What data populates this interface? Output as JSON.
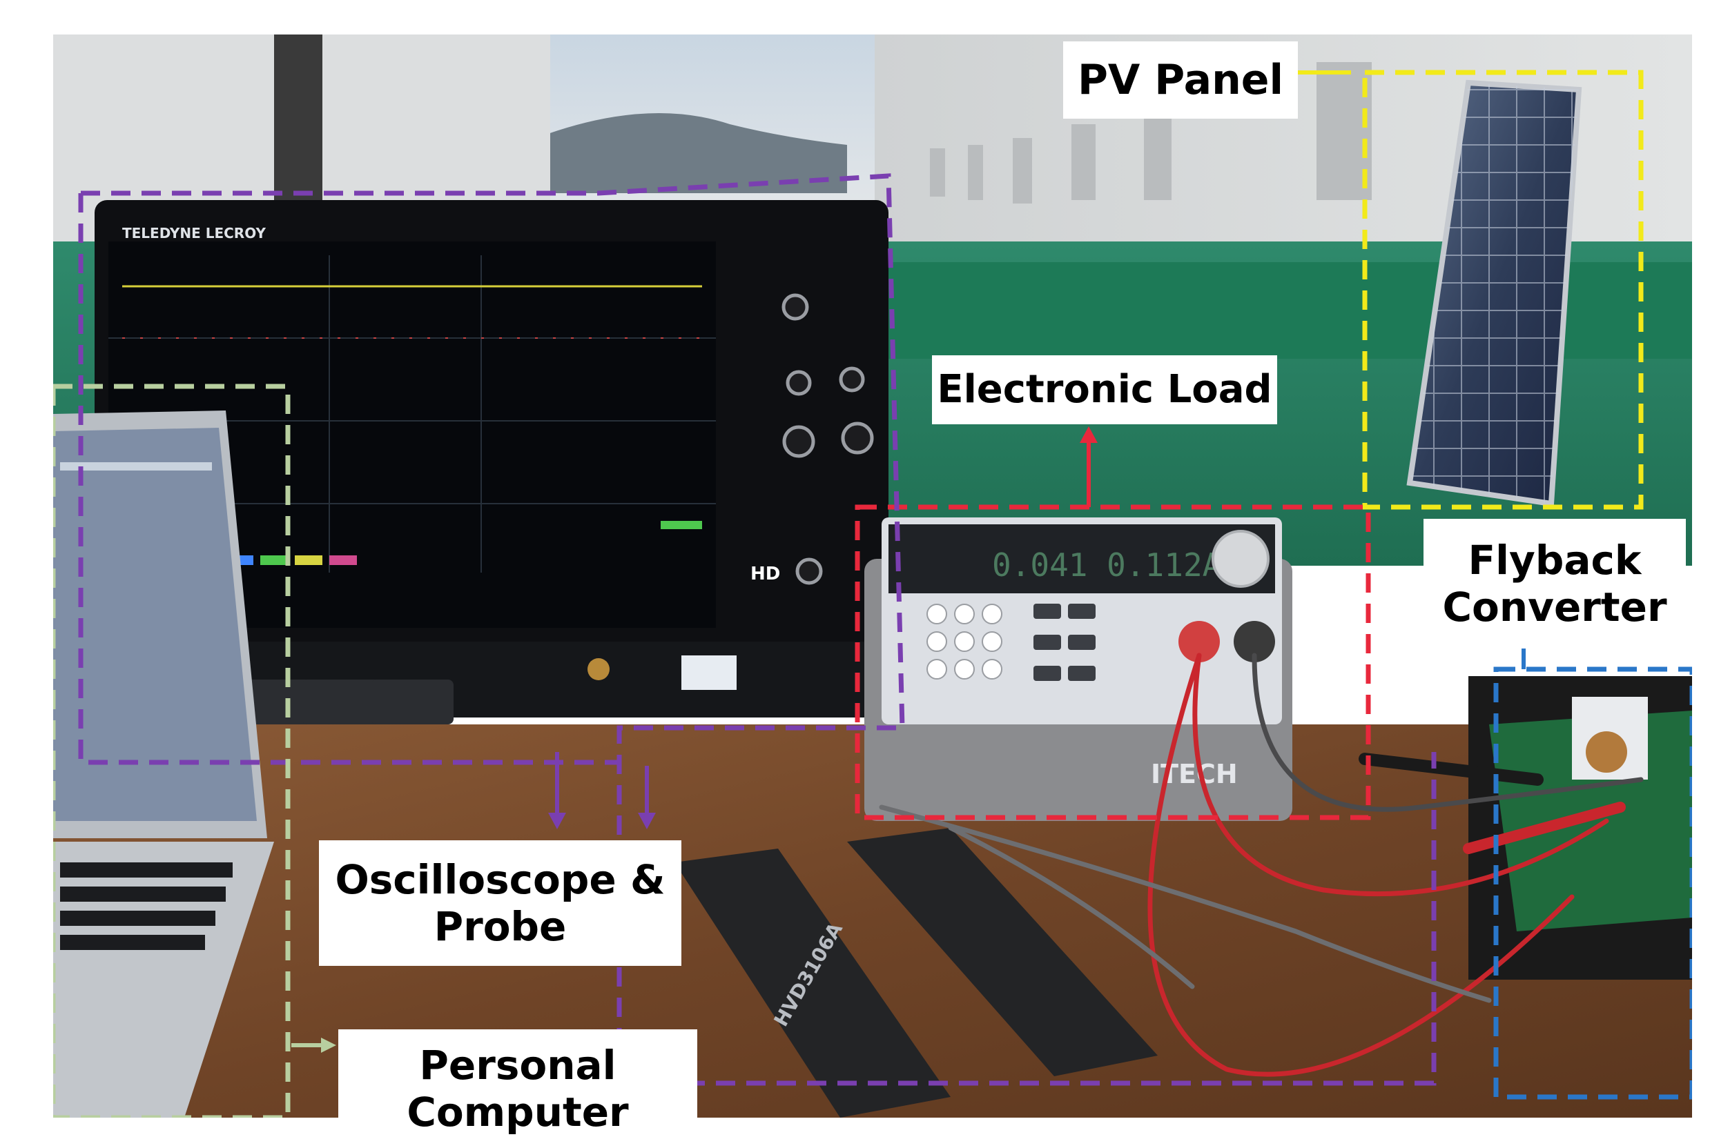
{
  "labels": {
    "pv_panel": "PV Panel",
    "electronic_load": "Electronic Load",
    "flyback_converter": "Flyback\nConverter",
    "oscilloscope_probe": "Oscilloscope &\nProbe",
    "personal_computer": "Personal\nComputer"
  },
  "device_text": {
    "scope_brand": "TELEDYNE LECROY",
    "load_brand": "ITECH",
    "load_display": "0.041   0.112A",
    "probe_model": "HVD3106A",
    "scope_badge": "HD"
  },
  "colors": {
    "pv_box": "#f2ea1a",
    "load_box": "#e8283c",
    "flyback_box": "#2a77c9",
    "oscilloscope_box": "#7a3fb0",
    "pc_box": "#b8cfa0",
    "label_background": "#ffffff"
  }
}
